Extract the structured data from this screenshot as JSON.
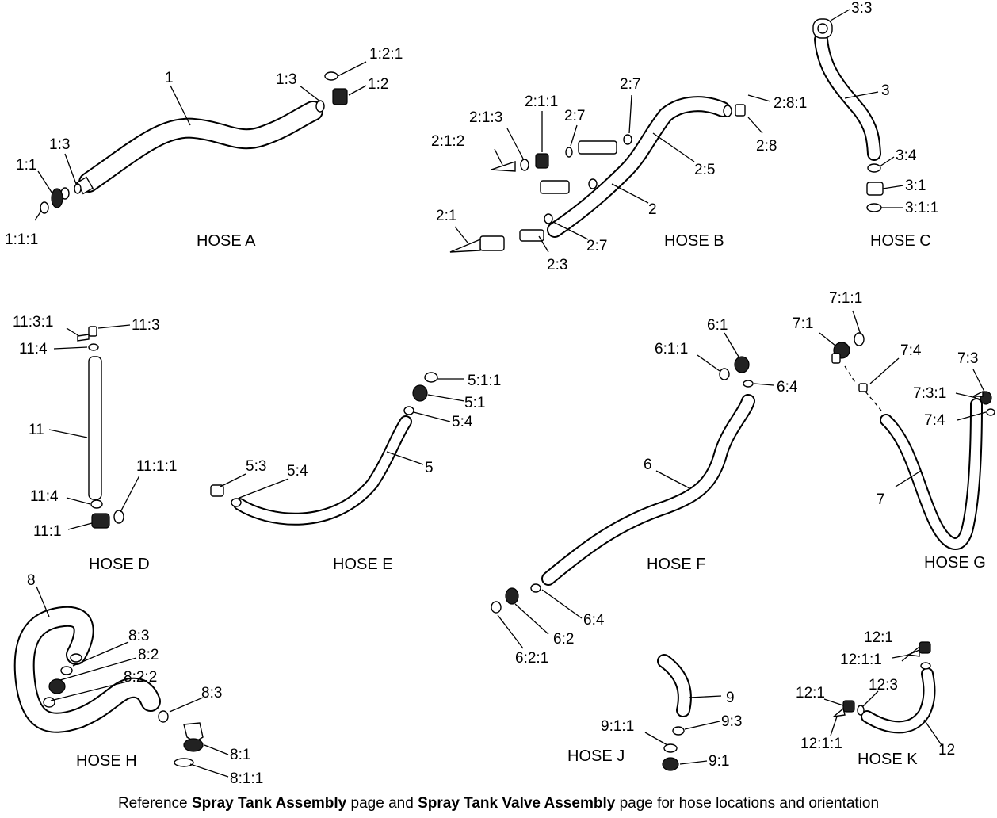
{
  "hoses": [
    {
      "title": "HOSE A",
      "callouts": [
        "1",
        "1:3",
        "1:2:1",
        "1:2",
        "1:3",
        "1:1",
        "1:1:1"
      ]
    },
    {
      "title": "HOSE B",
      "callouts": [
        "2:7",
        "2:1:1",
        "2:1:3",
        "2:7",
        "2:8:1",
        "2:1:2",
        "2:8",
        "2:5",
        "2",
        "2:1",
        "2:7",
        "2:3"
      ]
    },
    {
      "title": "HOSE C",
      "callouts": [
        "3:3",
        "3",
        "3:4",
        "3:1",
        "3:1:1"
      ]
    },
    {
      "title": "HOSE D",
      "callouts": [
        "11:3:1",
        "11:3",
        "11:4",
        "11",
        "11:1:1",
        "11:4",
        "11:1"
      ]
    },
    {
      "title": "HOSE E",
      "callouts": [
        "5:1:1",
        "5:1",
        "5:4",
        "5",
        "5:3",
        "5:4"
      ]
    },
    {
      "title": "HOSE F",
      "callouts": [
        "6:1",
        "6:1:1",
        "6:4",
        "6",
        "6:4",
        "6:2",
        "6:2:1"
      ]
    },
    {
      "title": "HOSE G",
      "callouts": [
        "7:1:1",
        "7:1",
        "7:4",
        "7:3",
        "7:3:1",
        "7:4",
        "7"
      ]
    },
    {
      "title": "HOSE H",
      "callouts": [
        "8",
        "8:3",
        "8:2",
        "8:2:2",
        "8:3",
        "8:1",
        "8:1:1"
      ]
    },
    {
      "title": "HOSE J",
      "callouts": [
        "9",
        "9:1:1",
        "9:3",
        "9:1"
      ]
    },
    {
      "title": "HOSE K",
      "callouts": [
        "12:1",
        "12:1:1",
        "12:3",
        "12:1",
        "12:1:1",
        "12"
      ]
    }
  ],
  "footer": {
    "prefix": "Reference ",
    "ref1": "Spray Tank Assembly",
    "middle": " page and ",
    "ref2": "Spray Tank Valve Assembly",
    "suffix": " page for hose locations and orientation"
  }
}
